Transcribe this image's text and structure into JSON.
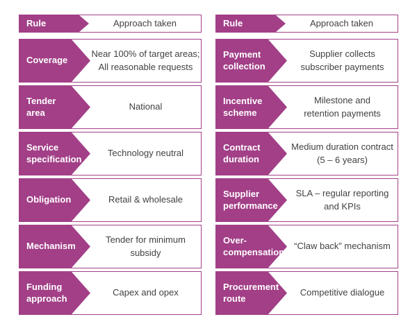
{
  "colors": {
    "accent": "#A23F87",
    "text": "#414141",
    "label_text": "#FFFFFF",
    "background": "#FFFFFF"
  },
  "tables": [
    {
      "name": "general-supply-rules",
      "header": {
        "rule": "Rule",
        "approach": "Approach taken"
      },
      "rows": [
        {
          "label": "Coverage",
          "value": "Near 100% of target areas;\nAll reasonable requests"
        },
        {
          "label": "Tender\narea",
          "value": "National"
        },
        {
          "label": "Service\nspecification",
          "value": "Technology neutral"
        },
        {
          "label": "Obligation",
          "value": "Retail & wholesale"
        },
        {
          "label": "Mechanism",
          "value": "Tender for minimum\nsubsidy"
        },
        {
          "label": "Funding\napproach",
          "value": "Capex and opex"
        }
      ]
    },
    {
      "name": "contract-supply-rules",
      "header": {
        "rule": "Rule",
        "approach": "Approach taken"
      },
      "rows": [
        {
          "label": "Payment\ncollection",
          "value": "Supplier collects\nsubscriber payments"
        },
        {
          "label": "Incentive\nscheme",
          "value": "Milestone and\nretention payments"
        },
        {
          "label": "Contract\nduration",
          "value": "Medium duration contract\n(5 – 6 years)"
        },
        {
          "label": "Supplier\nperformance",
          "value": "SLA – regular reporting\nand KPIs"
        },
        {
          "label": "Over-\ncompensation",
          "value": "“Claw back” mechanism"
        },
        {
          "label": "Procurement\nroute",
          "value": "Competitive dialogue"
        }
      ]
    }
  ]
}
